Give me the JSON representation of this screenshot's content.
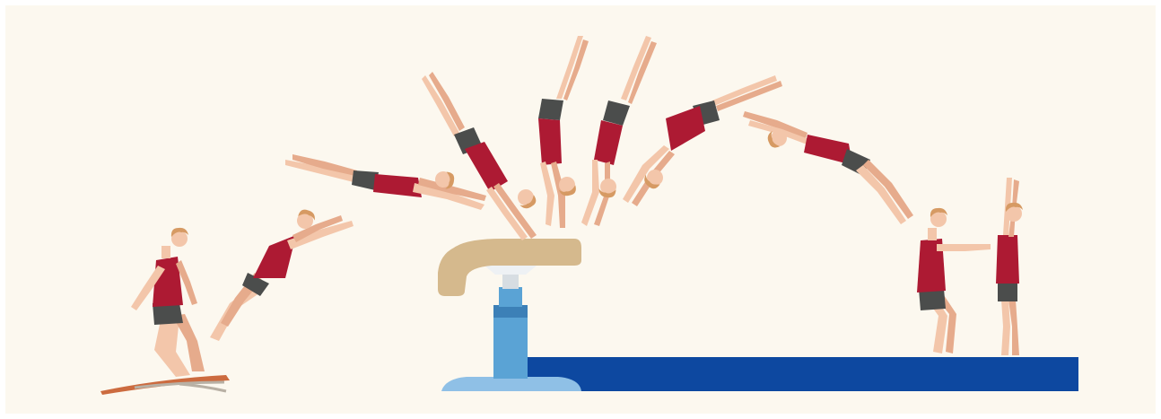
{
  "scene": {
    "subject": "gymnastics-vault-sequence",
    "colors": {
      "background": "#fcf8ef",
      "frame": "#ffffff",
      "skin": "#f3c6aa",
      "skin_shade": "#e6ab8c",
      "hair": "#d69a63",
      "singlet": "#ad1a33",
      "shorts": "#4b4d4c",
      "vault_pad": "#d5b98d",
      "vault_column": "#5aa3d5",
      "vault_column_dark": "#3c80b7",
      "vault_base": "#8fc0e6",
      "landing_mat": "#0d48a0",
      "springboard": "#cc6b3f"
    },
    "phases": [
      "run-up",
      "springboard-takeoff",
      "pre-flight",
      "hands-on-table",
      "repulsion",
      "second-flight",
      "landing",
      "finish"
    ]
  }
}
